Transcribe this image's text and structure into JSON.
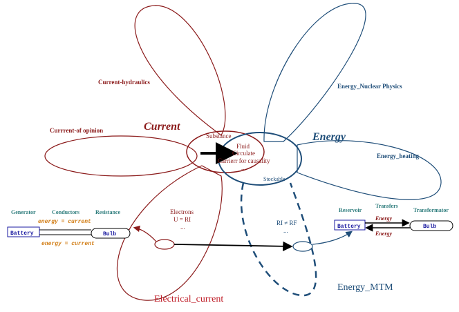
{
  "colors": {
    "current": "#8b1a1a",
    "energy": "#1f4e79",
    "teal": "#2e7d7d",
    "orange": "#d07a10",
    "blue": "#1a1aa0",
    "black": "#000000"
  },
  "labels": {
    "current_title": "Current",
    "energy_title": "Energy",
    "current_hydraulics": "Current-hydraulics",
    "current_opinion": "Currrent-of opinion",
    "energy_nuclear": "Energy_Nuclear Physics",
    "energy_heating": "Energy_heating",
    "electrical_current": "Electrical_current",
    "energy_mtm": "Energy_MTM"
  },
  "center": {
    "substance": "Substance",
    "fluid": "Fluid",
    "circulate": "Circulate",
    "carrier": "Carrierr for causality",
    "dots": "...",
    "stockable": "Stockable"
  },
  "electrons": {
    "line1": "Electrons",
    "line2": "U = RI",
    "line3": "..."
  },
  "mtm": {
    "line1": "RI ≠ RF",
    "line2": "..."
  },
  "left_circuit": {
    "generator": "Generator",
    "conductors": "Conductors",
    "resistance": "Resistance",
    "battery": "Battery",
    "bulb": "Bulb",
    "energy_eq_top": "energy = current",
    "energy_eq_bottom": "energy = current"
  },
  "right_circuit": {
    "reservoir": "Reservoir",
    "transfers": "Transfers",
    "transformator": "Transformator",
    "battery": "Battery",
    "bulb": "Bulb",
    "energy_top": "Energy",
    "energy_bottom": "Energy"
  }
}
